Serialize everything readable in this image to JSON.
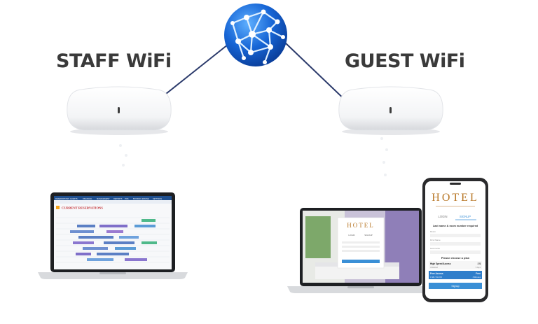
{
  "labels": {
    "staff": "STAFF WiFi",
    "guest": "GUEST WiFi"
  },
  "staff_laptop": {
    "screen_title": "CURRENT RESERVATIONS",
    "nav_items": [
      "RESERVATIONS",
      "GUESTS",
      "FINANCIAL",
      "MANAGEMENT",
      "REPORTS",
      "POS",
      "BOOKING ENGINE",
      "SETTINGS"
    ]
  },
  "guest_laptop": {
    "brand": "HOTEL",
    "tabs": [
      "LOGIN",
      "SIGNUP"
    ]
  },
  "phone": {
    "brand": "HOTEL",
    "tabs": [
      "LOGIN",
      "SIGNUP"
    ],
    "heading": "Last name & room number required",
    "field_labels": [
      "Room",
      "First Name",
      "Last name"
    ],
    "plan_heading": "Please choose a plan",
    "plans": [
      {
        "name": "High Speed Access",
        "price": "2 $",
        "sub": "Unlimited",
        "duration": "7 days"
      },
      {
        "name": "Free Access",
        "price": "Free",
        "sub": "1 MB / 512 KB",
        "duration": "8 Minutes"
      }
    ],
    "button": "Signup"
  },
  "colors": {
    "line": "#2b3a6b",
    "globe": "#1766d6",
    "accent": "#f4a31b",
    "signup": "#3a8fd6"
  }
}
